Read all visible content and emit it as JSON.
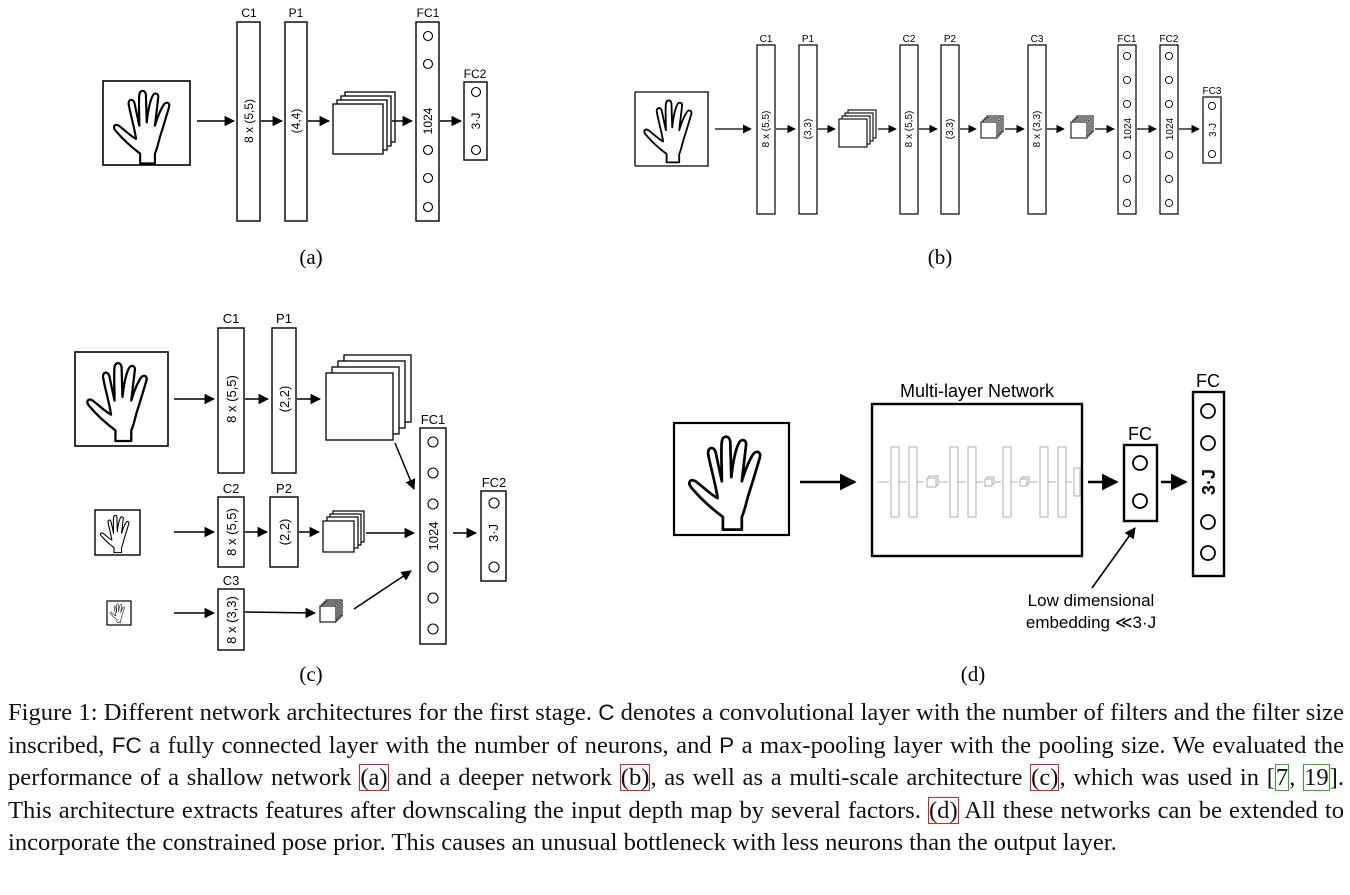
{
  "panels": {
    "a": {
      "label": "(a)",
      "layers": {
        "c1": {
          "name": "C1",
          "inner": "8 x (5,5)"
        },
        "p1": {
          "name": "P1",
          "inner": "(4,4)"
        },
        "fc1": {
          "name": "FC1",
          "inner": "1024"
        },
        "fc2": {
          "name": "FC2",
          "inner": "3·J"
        }
      }
    },
    "b": {
      "label": "(b)",
      "layers": {
        "c1": {
          "name": "C1",
          "inner": "8 x (5,5)"
        },
        "p1": {
          "name": "P1",
          "inner": "(3,3)"
        },
        "c2": {
          "name": "C2",
          "inner": "8 x (5,5)"
        },
        "p2": {
          "name": "P2",
          "inner": "(3,3)"
        },
        "c3": {
          "name": "C3",
          "inner": "8 x (3,3)"
        },
        "fc1": {
          "name": "FC1",
          "inner": "1024"
        },
        "fc2": {
          "name": "FC2",
          "inner": "1024"
        },
        "fc3": {
          "name": "FC3",
          "inner": "3·J"
        }
      }
    },
    "c": {
      "label": "(c)",
      "layers": {
        "c1": {
          "name": "C1",
          "inner": "8 x (5,5)"
        },
        "p1": {
          "name": "P1",
          "inner": "(2,2)"
        },
        "c2": {
          "name": "C2",
          "inner": "8 x (5,5)"
        },
        "p2": {
          "name": "P2",
          "inner": "(2,2)"
        },
        "c3": {
          "name": "C3",
          "inner": "8 x (3,3)"
        },
        "fc1": {
          "name": "FC1",
          "inner": "1024"
        },
        "fc2": {
          "name": "FC2",
          "inner": "3·J"
        }
      }
    },
    "d": {
      "label": "(d)",
      "network_title": "Multi-layer Network",
      "fc_bottleneck": "FC",
      "fc_output": "FC",
      "fc_output_inner": "3·J",
      "annotation_line1": "Low dimensional",
      "annotation_line2": "embedding ≪3·J"
    }
  },
  "caption": {
    "s1": "Figure 1: Different network architectures for the first stage. ",
    "c_symbol": "C",
    "s2": " denotes a convolutional layer with the number of filters and the filter size inscribed, ",
    "fc_symbol": "FC",
    "s3": " a fully connected layer with the number of neurons, and ",
    "p_symbol": "P",
    "s4": " a max-pooling layer with the pooling size. We evaluated the performance of a shallow network ",
    "ref_a": "(a)",
    "s5": " and a deeper network ",
    "ref_b": "(b)",
    "s6": ", as well as a multi-scale architecture ",
    "ref_c": "(c)",
    "s7": ", which was used in [",
    "cite_7": "7",
    "s8": ", ",
    "cite_19": "19",
    "s9": "]. This architecture extracts features after downscaling the input depth map by several factors. ",
    "ref_d": "(d)",
    "s10": " All these networks can be extended to incorporate the constrained pose prior. This causes an unusual bottleneck with less neurons than the output layer."
  }
}
